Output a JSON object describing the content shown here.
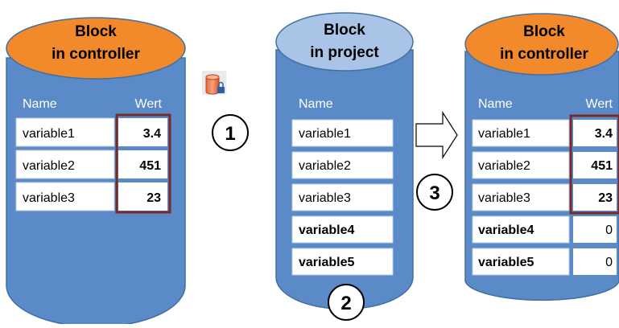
{
  "colors": {
    "cylinder_blue": "#5b8ac8",
    "cylinder_blue_stroke": "#41709f",
    "top_orange": "#f28a2b",
    "top_light_blue": "#a9c4e6",
    "value_frame": "#7a2a26",
    "header_text": "#ffffff",
    "cell_fill": "#ffffff"
  },
  "cylinders": [
    {
      "title_line1": "Block",
      "title_line2": "in controller",
      "header_name": "Name",
      "header_value": "Wert",
      "rows": [
        {
          "name": "variable1",
          "value": "3.4"
        },
        {
          "name": "variable2",
          "value": "451"
        },
        {
          "name": "variable3",
          "value": "23"
        }
      ]
    },
    {
      "title_line1": "Block",
      "title_line2": "in project",
      "header_name": "Name",
      "rows": [
        {
          "name": "variable1"
        },
        {
          "name": "variable2"
        },
        {
          "name": "variable3"
        },
        {
          "name": "variable4"
        },
        {
          "name": "variable5"
        }
      ]
    },
    {
      "title_line1": "Block",
      "title_line2": "in controller",
      "header_name": "Name",
      "header_value": "Wert",
      "rows": [
        {
          "name": "variable1",
          "value": "3.4"
        },
        {
          "name": "variable2",
          "value": "451"
        },
        {
          "name": "variable3",
          "value": "23"
        },
        {
          "name": "variable4",
          "value": "0"
        },
        {
          "name": "variable5",
          "value": "0"
        }
      ]
    }
  ],
  "steps": [
    "1",
    "2",
    "3"
  ],
  "icons": {
    "step1": "database-lock-icon",
    "arrow": "right-arrow-icon"
  }
}
